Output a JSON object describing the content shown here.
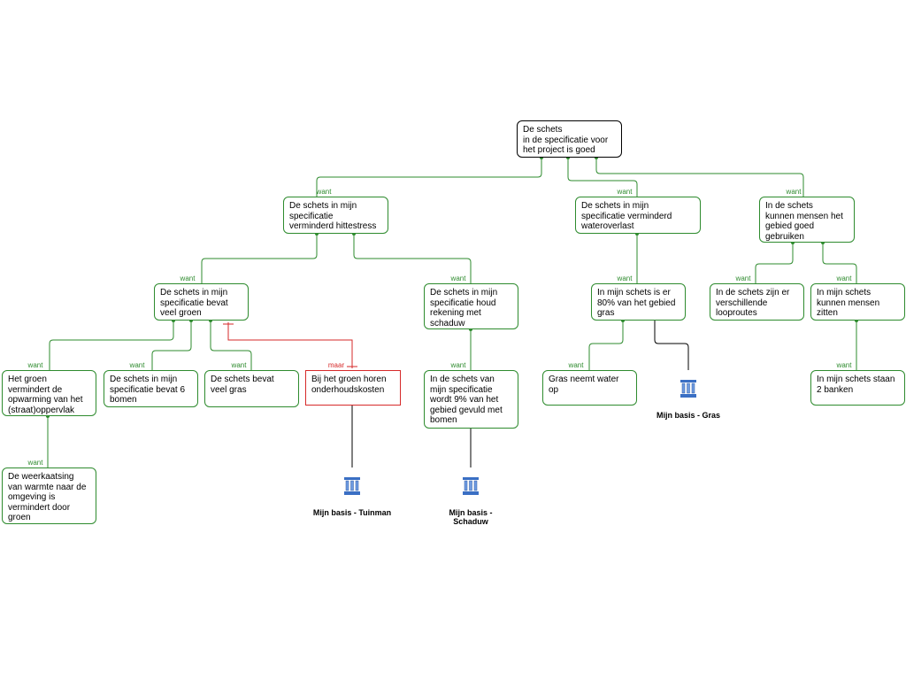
{
  "diagram": {
    "nodes": {
      "root": "De schets\nin de specificatie voor\nhet project is goed",
      "n1": "De schets in mijn\nspecificatie\nverminderd hittestress",
      "n2": "De schets in mijn\nspecificatie verminderd\nwateroverlast",
      "n3": "In de schets\nkunnen mensen het\ngebied goed\ngebruiken",
      "n1a": "De schets in mijn\nspecificatie bevat\nveel groen",
      "n1b": "De schets in mijn\nspecificatie houd\nrekening met\nschaduw",
      "n1a1": "Het groen\nvermindert de\nopwarming van het\n(straat)oppervlak",
      "n1a2": "De schets in mijn\nspecificatie bevat 6\nbomen",
      "n1a3": "De schets bevat\nveel gras",
      "n1a4": "Bij het groen horen\nonderhoudskosten",
      "n1a1a": "De weerkaatsing\nvan warmte naar de\nomgeving is\nvermindert door\ngroen",
      "n1b1": "In de schets van\nmijn specificatie\nwordt 9% van het\ngebied gevuld met\nbomen",
      "n2a": "In mijn schets is er\n80% van het gebied\ngras",
      "n2a1": "Gras neemt water\nop",
      "n3a": "In de schets zijn er\nverschillende\nlooproutes",
      "n3b": "In mijn schets\nkunnen mensen\nzitten",
      "n3b1": "In mijn schets staan\n2 banken"
    },
    "edge_labels": {
      "want": "want",
      "maar": "maar"
    },
    "basis": {
      "tuinman": "Mijn basis - Tuinman",
      "schaduw": "Mijn basis -\nSchaduw",
      "gras": "Mijn basis - Gras"
    },
    "colors": {
      "support": "#2e8b2e",
      "objection": "#d62a2a",
      "basis_icon": "#3a6fc4"
    },
    "icon": "pillar-icon"
  }
}
